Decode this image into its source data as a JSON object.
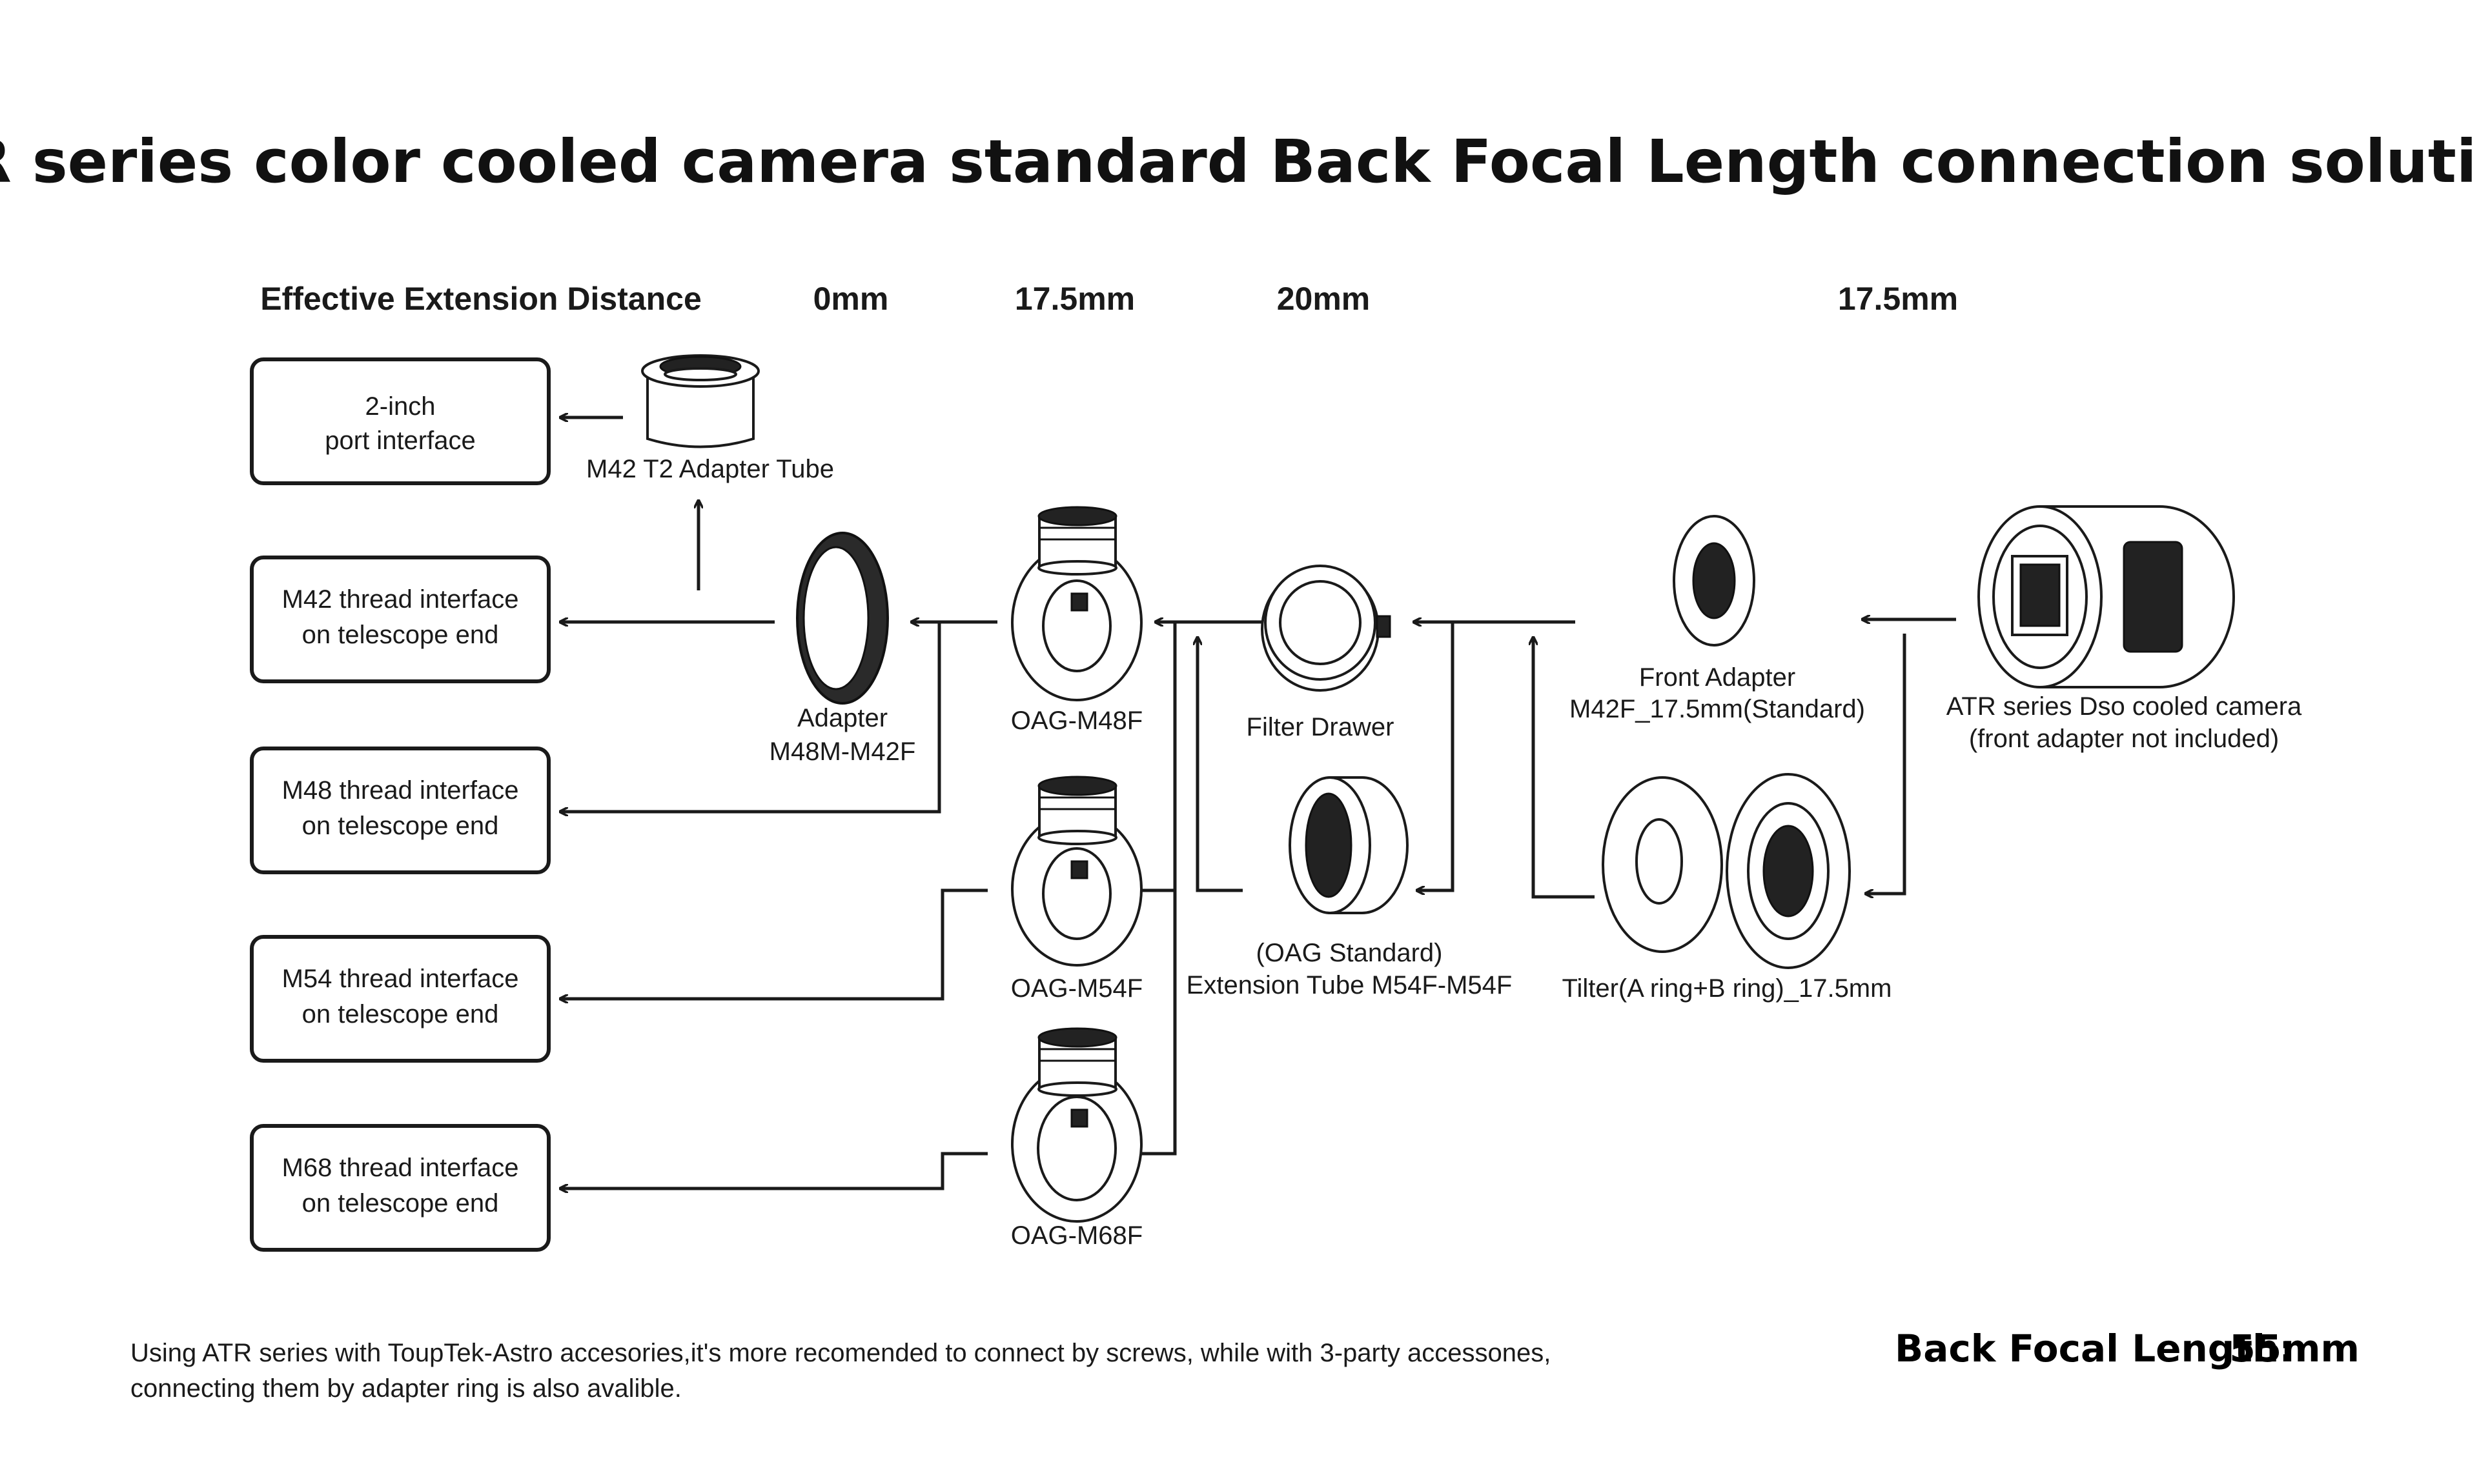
{
  "title": "ATR series color cooled camera standard Back Focal Length connection solutions",
  "header": {
    "label": "Effective Extension Distance",
    "d0": "0mm",
    "d1": "17.5mm",
    "d2": "20mm",
    "d3": "17.5mm"
  },
  "interfaces": [
    {
      "line1": "2-inch",
      "line2": "port interface"
    },
    {
      "line1": "M42 thread interface",
      "line2": "on telescope end"
    },
    {
      "line1": "M48 thread interface",
      "line2": "on telescope end"
    },
    {
      "line1": "M54 thread interface",
      "line2": "on telescope end"
    },
    {
      "line1": "M68 thread interface",
      "line2": "on telescope end"
    }
  ],
  "parts": {
    "t2_tube": "M42 T2 Adapter Tube",
    "adapter": {
      "line1": "Adapter",
      "line2": "M48M-M42F"
    },
    "oag_m48f": "OAG-M48F",
    "oag_m54f": "OAG-M54F",
    "oag_m68f": "OAG-M68F",
    "filter_drawer": "Filter Drawer",
    "ext_tube": {
      "line1": "(OAG Standard)",
      "line2": "Extension Tube M54F-M54F"
    },
    "front_adapter": {
      "line1": "Front Adapter",
      "line2": "M42F_17.5mm(Standard)"
    },
    "tilter": "Tilter(A ring+B ring)_17.5mm",
    "camera": {
      "line1": "ATR series Dso cooled camera",
      "line2": "(front adapter not included)"
    }
  },
  "footer": {
    "note_line1": "Using ATR series with ToupTek-Astro accesories,it's more recomended to connect by screws, while with 3-party accessones,",
    "note_line2": "connecting them by adapter ring is also avalible.",
    "bfl_label": "Back Focal Length:",
    "bfl_value": "55mm"
  }
}
